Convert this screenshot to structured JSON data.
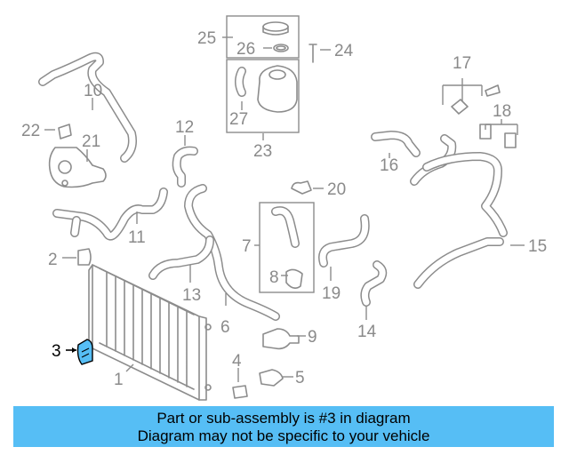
{
  "callouts": {
    "c1": "1",
    "c2": "2",
    "c3": "3",
    "c4": "4",
    "c5": "5",
    "c6": "6",
    "c7": "7",
    "c8": "8",
    "c9": "9",
    "c10": "10",
    "c11": "11",
    "c12": "12",
    "c13": "13",
    "c14": "14",
    "c15": "15",
    "c16": "16",
    "c17": "17",
    "c18": "18",
    "c19": "19",
    "c20": "20",
    "c21": "21",
    "c22": "22",
    "c23": "23",
    "c24": "24",
    "c25": "25",
    "c26": "26",
    "c27": "27"
  },
  "highlighted_part": "3",
  "colors": {
    "banner": "#56bef5",
    "part_highlight": "#56bef5",
    "line": "#8c8c8c"
  },
  "banner": {
    "line1": "Part or sub-assembly is #3 in diagram",
    "line2": "Diagram may not be specific to your vehicle"
  }
}
